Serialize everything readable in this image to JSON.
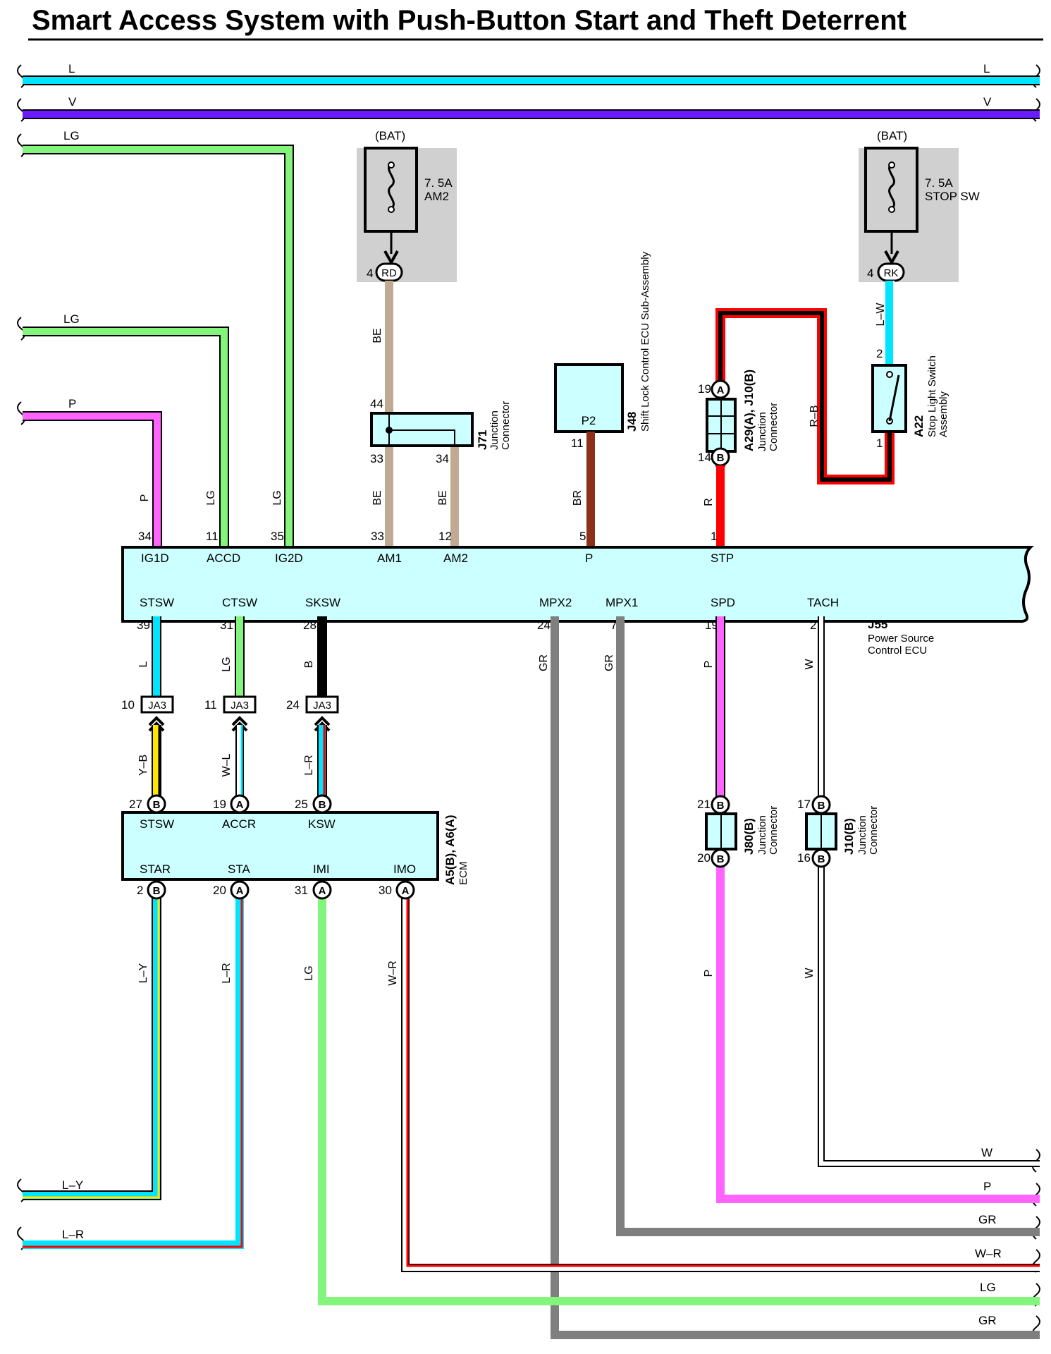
{
  "title": "Smart Access System with Push-Button Start and Theft Deterrent",
  "colors": {
    "L": "#00e5ff",
    "V": "#6a1bff",
    "LG": "#84f57c",
    "P": "#ff64ff",
    "BE": "#c1aa92",
    "BR": "#8b3216",
    "R": "#ff0000",
    "B": "#000000",
    "GR": "#7f7f7f",
    "W": "#ffffff",
    "Y": "#ffe600",
    "component_fill": "#ccffff",
    "fuse_bg": "#d0d0d0"
  },
  "top_wires": {
    "L": "L",
    "V": "V",
    "LG1": "LG",
    "LG2": "LG",
    "P": "P"
  },
  "fuse_am2": {
    "bat": "(BAT)",
    "rating": "7. 5A",
    "name": "AM2",
    "pin": "4",
    "connector": "RD"
  },
  "fuse_stop": {
    "bat": "(BAT)",
    "rating": "7. 5A",
    "name": "STOP SW",
    "pin": "4",
    "connector": "RK"
  },
  "j71": {
    "id": "J71",
    "desc1": "Junction",
    "desc2": "Connector",
    "pin_in": "44",
    "pin_a": "33",
    "pin_b": "34",
    "wire_top": "BE"
  },
  "j48": {
    "id": "J48",
    "desc": "Shift Lock Control ECU Sub-Assembly",
    "label": "P2",
    "pin": "11",
    "wire": "BR"
  },
  "a29": {
    "id": "A29(A), J10(B)",
    "desc1": "Junction",
    "desc2": "Connector",
    "pin_top": "19",
    "pin_bottom": "14",
    "letter_top": "A",
    "letter_bottom": "B",
    "wire_loop": "R–B",
    "wire_down": "R"
  },
  "a22": {
    "id": "A22",
    "desc1": "Stop Light Switch",
    "desc2": "Assembly",
    "pin_top": "2",
    "pin_bottom": "1",
    "wire_top": "L–W"
  },
  "j55": {
    "id": "J55",
    "desc1": "Power Source",
    "desc2": "Control ECU",
    "top_pins": [
      {
        "label": "IG1D",
        "num": "34",
        "wire": "P"
      },
      {
        "label": "ACCD",
        "num": "11",
        "wire": "LG"
      },
      {
        "label": "IG2D",
        "num": "35",
        "wire": "LG"
      },
      {
        "label": "AM1",
        "num": "33",
        "wire": "BE"
      },
      {
        "label": "AM2",
        "num": "12",
        "wire": "BE"
      },
      {
        "label": "P",
        "num": "5",
        "wire": "BR"
      },
      {
        "label": "STP",
        "num": "1",
        "wire": "R"
      }
    ],
    "bottom_pins": [
      {
        "label": "STSW",
        "num": "39",
        "wire": "L"
      },
      {
        "label": "CTSW",
        "num": "31",
        "wire": "LG"
      },
      {
        "label": "SKSW",
        "num": "28",
        "wire": "B"
      },
      {
        "label": "MPX2",
        "num": "24",
        "wire": "GR"
      },
      {
        "label": "MPX1",
        "num": "7",
        "wire": "GR"
      },
      {
        "label": "SPD",
        "num": "19",
        "wire": "P"
      },
      {
        "label": "TACH",
        "num": "2",
        "wire": "W"
      }
    ]
  },
  "ja3": [
    {
      "pin": "10",
      "label": "JA3",
      "wire": "Y–B"
    },
    {
      "pin": "11",
      "label": "JA3",
      "wire": "W–L"
    },
    {
      "pin": "24",
      "label": "JA3",
      "wire": "L–R"
    }
  ],
  "ecm": {
    "id": "A5(B), A6(A)",
    "desc": "ECM",
    "top_pins": [
      {
        "label": "STSW",
        "num": "27",
        "letter": "B"
      },
      {
        "label": "ACCR",
        "num": "19",
        "letter": "A"
      },
      {
        "label": "KSW",
        "num": "25",
        "letter": "B"
      }
    ],
    "bottom_pins": [
      {
        "label": "STAR",
        "num": "2",
        "letter": "B",
        "wire": "L–Y"
      },
      {
        "label": "STA",
        "num": "20",
        "letter": "A",
        "wire": "L–R"
      },
      {
        "label": "IMI",
        "num": "31",
        "letter": "A",
        "wire": "LG"
      },
      {
        "label": "IMO",
        "num": "30",
        "letter": "A",
        "wire": "W–R"
      }
    ]
  },
  "j80": {
    "id": "J80(B)",
    "desc1": "Junction",
    "desc2": "Connector",
    "pin_top": "21",
    "pin_bottom": "20",
    "letter": "B",
    "wire": "P"
  },
  "j10": {
    "id": "J10(B)",
    "desc1": "Junction",
    "desc2": "Connector",
    "pin_top": "17",
    "pin_bottom": "16",
    "letter": "B",
    "wire": "W"
  },
  "bottom_wires": {
    "left1": "L–Y",
    "left2": "L–R",
    "right": [
      "W",
      "P",
      "GR",
      "W–R",
      "LG",
      "GR"
    ]
  }
}
